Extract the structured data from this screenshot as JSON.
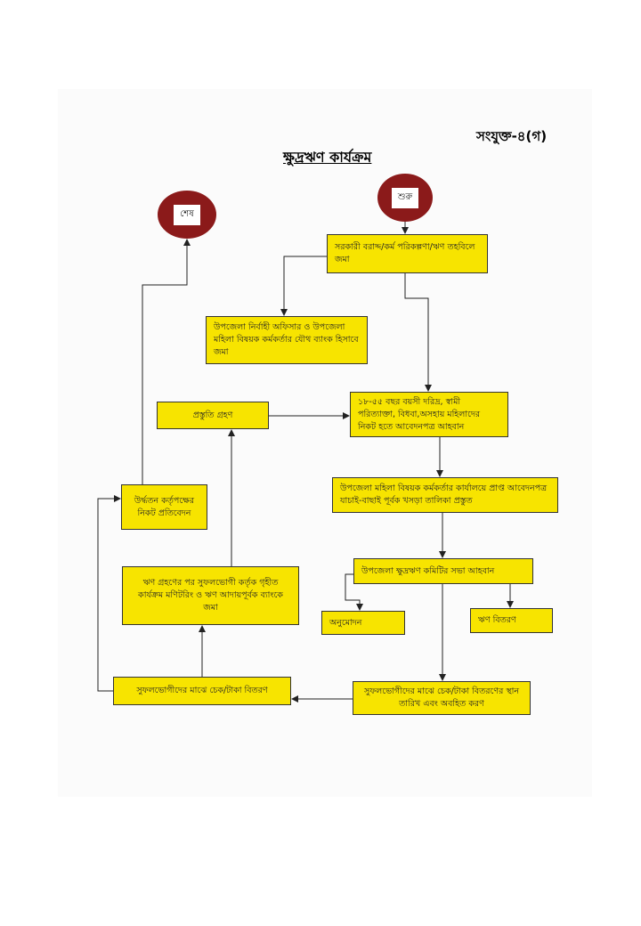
{
  "annex_label": "সংযুক্ত-৪(গ)",
  "title": "ক্ষুদ্রঋণ কার্যক্রম",
  "start": "শুরু",
  "end": "শেষ",
  "boxes": {
    "fund": "সরকারী বরাদ্দ/কর্ম পরিকল্পণা/ঋণ তহবিলে জমা",
    "joint_account": "উপজেলা নির্বাহী অফিসার ও উপজেলা মহিলা বিষয়ক কর্মকর্তার যৌথ ব্যাংক হিসাবে জমা",
    "preparation": "প্রস্তুতি গ্রহণ",
    "invite_applications": "১৮-৫৫ বছর বয়সী দরিদ্র, স্বামী পরিত্যাক্তা, বিধবা,অসহায় মহিলাদের নিকট হতে আবেদনপত্র আহবান",
    "report": "উর্দ্ধতন কর্তৃপক্ষের নিকট প্রতিবেদন",
    "draft_list": "উপজেলা মহিলা বিষয়ক কর্মকর্তার কার্যালয়ে প্রাপ্ত আবেদনপত্র যাচাই-বাছাই পূর্বক খসড়া তালিকা প্রস্তুত",
    "monitoring": "ঋণ গ্রহণের পর সুফলভোগী কর্তৃক গৃহীত কার্যক্রম মণিটরিং ও ঋণ আদায়পূর্বক ব্যাংকে জমা",
    "committee_meeting": "উপজেলা ক্ষুদ্রঋণ কমিটির সভা আহবান",
    "approval": "অনুমোদন",
    "loan_distribution": "ঋণ বিতরণ",
    "cheque_distribution": "সুফলভোগীদের মাঝে চেক/টাকা বিতরণ",
    "notify_place_date": "সুফলভোগীদের মাঝে চেক/টাকা বিতরণের স্থান তারিখ এবং অবহিত করণ"
  },
  "colors": {
    "box": "#f7e400",
    "terminal": "#8b1a1a"
  }
}
